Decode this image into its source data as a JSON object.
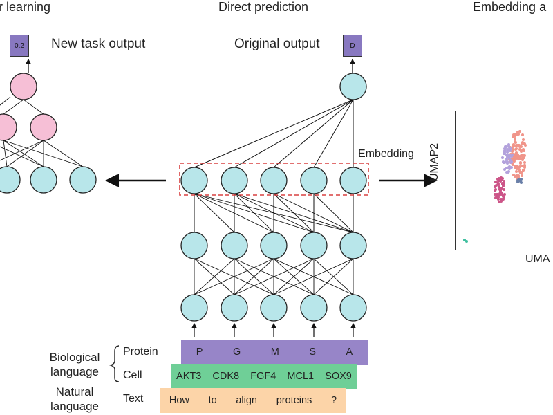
{
  "headers": {
    "left": "r learning",
    "center": "Direct prediction",
    "right": "Embedding a"
  },
  "transfer": {
    "output_value": "0.2",
    "output_label": "New task output"
  },
  "direct": {
    "output_value": "D",
    "output_label": "Original output",
    "embedding_label": "Embedding"
  },
  "embedding_plot": {
    "ylabel": "UMAP2",
    "xlabel": "UMA"
  },
  "inputs": {
    "biological_language": "Biological\nlanguage",
    "natural_language": "Natural\nlanguage",
    "protein": {
      "label": "Protein",
      "tokens": [
        "P",
        "G",
        "M",
        "S",
        "A"
      ]
    },
    "cell": {
      "label": "Cell",
      "tokens": [
        "AKT3",
        "CDK8",
        "FGF4",
        "MCL1",
        "SOX9"
      ]
    },
    "text": {
      "label": "Text",
      "tokens": [
        "How",
        "to",
        "align",
        "proteins",
        "?"
      ]
    }
  },
  "colors": {
    "node_blue": "#b8e6ea",
    "node_pink": "#f6bfd6",
    "output_box": "#8878c0",
    "protein_band": "#9785c8",
    "cell_band": "#6fcf97",
    "text_band": "#fcd4a8",
    "embedding_box": "#d94040"
  }
}
